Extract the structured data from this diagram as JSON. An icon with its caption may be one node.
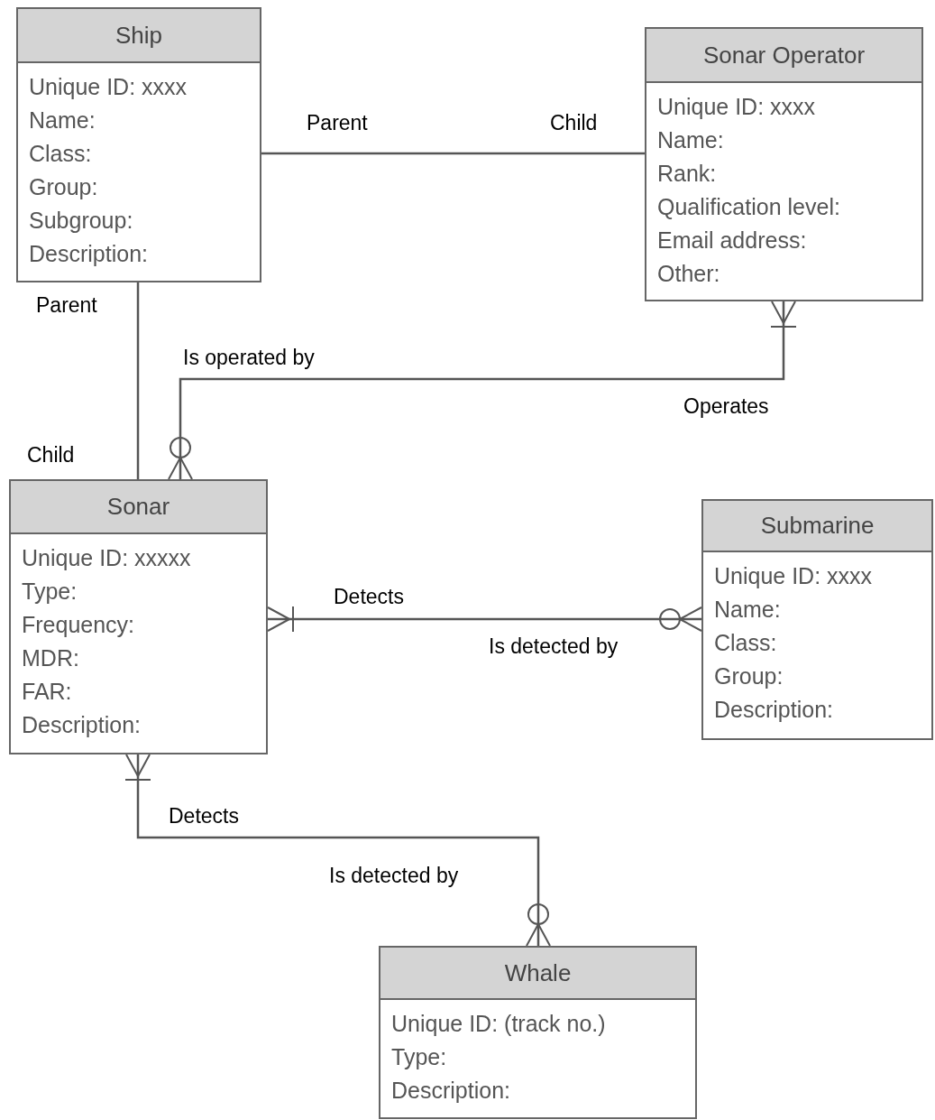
{
  "diagram": {
    "nodes": [
      {
        "text": [
          "Ship",
          "Unique ID: xxxx",
          "Name:",
          "Class:",
          "Group:",
          "Subgroup:",
          "Description:"
        ]
      },
      {
        "text": [
          "Sonar Operator",
          "Unique ID: xxxx",
          "Name:",
          "Rank:",
          "Qualification level:",
          "Email address:",
          "Other:"
        ]
      },
      {
        "text": [
          "Sonar",
          "Unique ID: xxxxx",
          "Type:",
          "Frequency:",
          "MDR:",
          "FAR:",
          "Description:"
        ]
      },
      {
        "text": [
          "Submarine",
          "Unique ID: xxxx",
          "Name:",
          "Class:",
          "Group:",
          "Description:"
        ]
      },
      {
        "text": [
          "Whale",
          "Unique ID: (track no.)",
          "Type:",
          "Description:"
        ]
      }
    ],
    "edges": [
      {
        "from": 0,
        "to": 1,
        "arrow": "none"
      },
      {
        "from": 0,
        "to": 2,
        "arrow": "none"
      },
      {
        "from": 2,
        "to": 1,
        "arrow": "other"
      },
      {
        "from": 2,
        "to": 3,
        "arrow": "other"
      },
      {
        "from": 2,
        "to": 4,
        "arrow": "other"
      }
    ],
    "labels": [
      "Parent",
      "Child",
      "Parent",
      "Is operated by",
      "Operates",
      "Child",
      "Detects",
      "Is detected by",
      "Detects",
      "Is detected by"
    ]
  }
}
